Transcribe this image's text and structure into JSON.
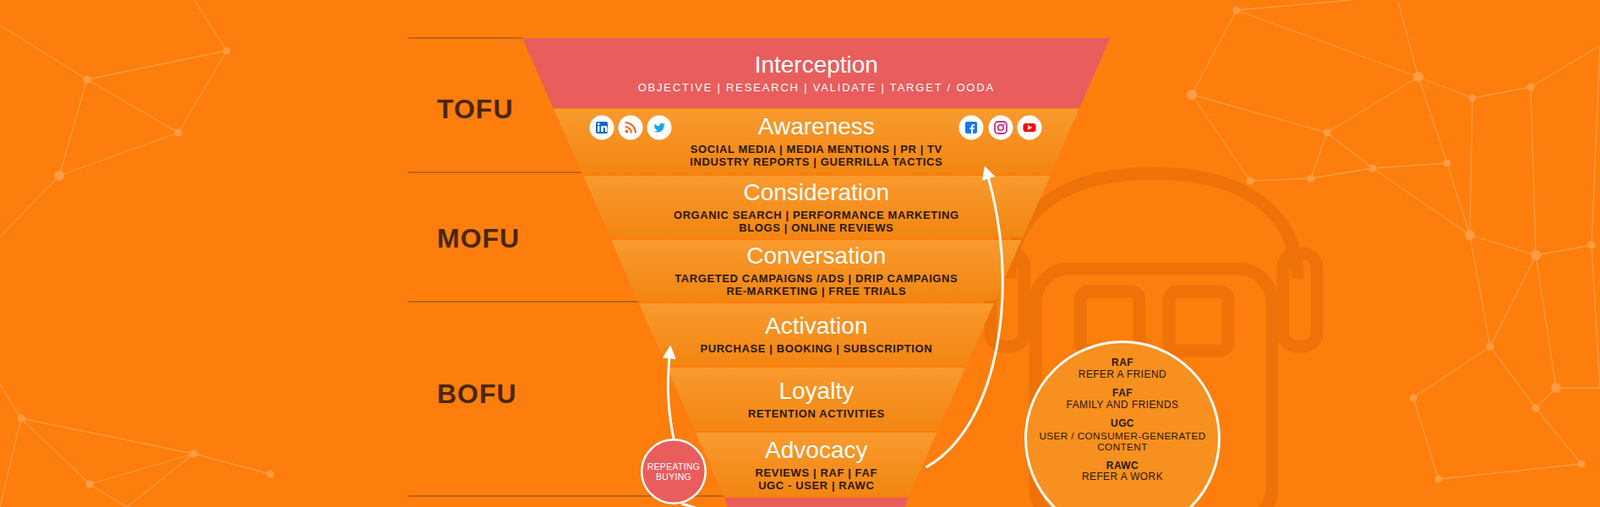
{
  "diagram": {
    "nodes": [
      {
        "text": [
          "Interception",
          "OBJECTIVE | RESEARCH | VALIDATE | TARGET / OODA"
        ]
      },
      {
        "text": [
          "Awareness",
          "SOCIAL MEDIA | MEDIA MENTIONS | PR | TV INDUSTRY REPORTS | GUERRILLA TACTICS"
        ]
      },
      {
        "text": [
          "Consideration",
          "ORGANIC SEARCH | PERFORMANCE MARKETING BLOGS | ONLINE REVIEWS"
        ]
      },
      {
        "text": [
          "Conversation",
          "TARGETED CAMPAIGNS /ADS | DRIP CAMPAIGNS RE-MARKETING | FREE TRIALS"
        ]
      },
      {
        "text": [
          "Activation",
          "PURCHASE | BOOKING | SUBSCRIPTION"
        ]
      },
      {
        "text": [
          "Loyalty",
          "RETENTION ACTIVITIES"
        ]
      },
      {
        "text": [
          "Advocacy",
          "REVIEWS | RAF | FAF UGC - USER | RAWC"
        ]
      },
      {
        "text": [
          "REPEATING BUYING"
        ]
      },
      {
        "text": [
          "RAF",
          "REFER A FRIEND",
          "FAF",
          "FAMILY AND FRIENDS",
          "UGC",
          "USER / CONSUMER-GENERATED CONTENT",
          "RAWC",
          "REFER A WORK"
        ]
      }
    ],
    "edges": [
      {
        "from": 6,
        "to": 1,
        "arrow": "to"
      },
      {
        "from": 7,
        "to": 4,
        "arrow": "to"
      }
    ],
    "labels": [
      "TOFU",
      "MOFU",
      "BOFU"
    ]
  }
}
